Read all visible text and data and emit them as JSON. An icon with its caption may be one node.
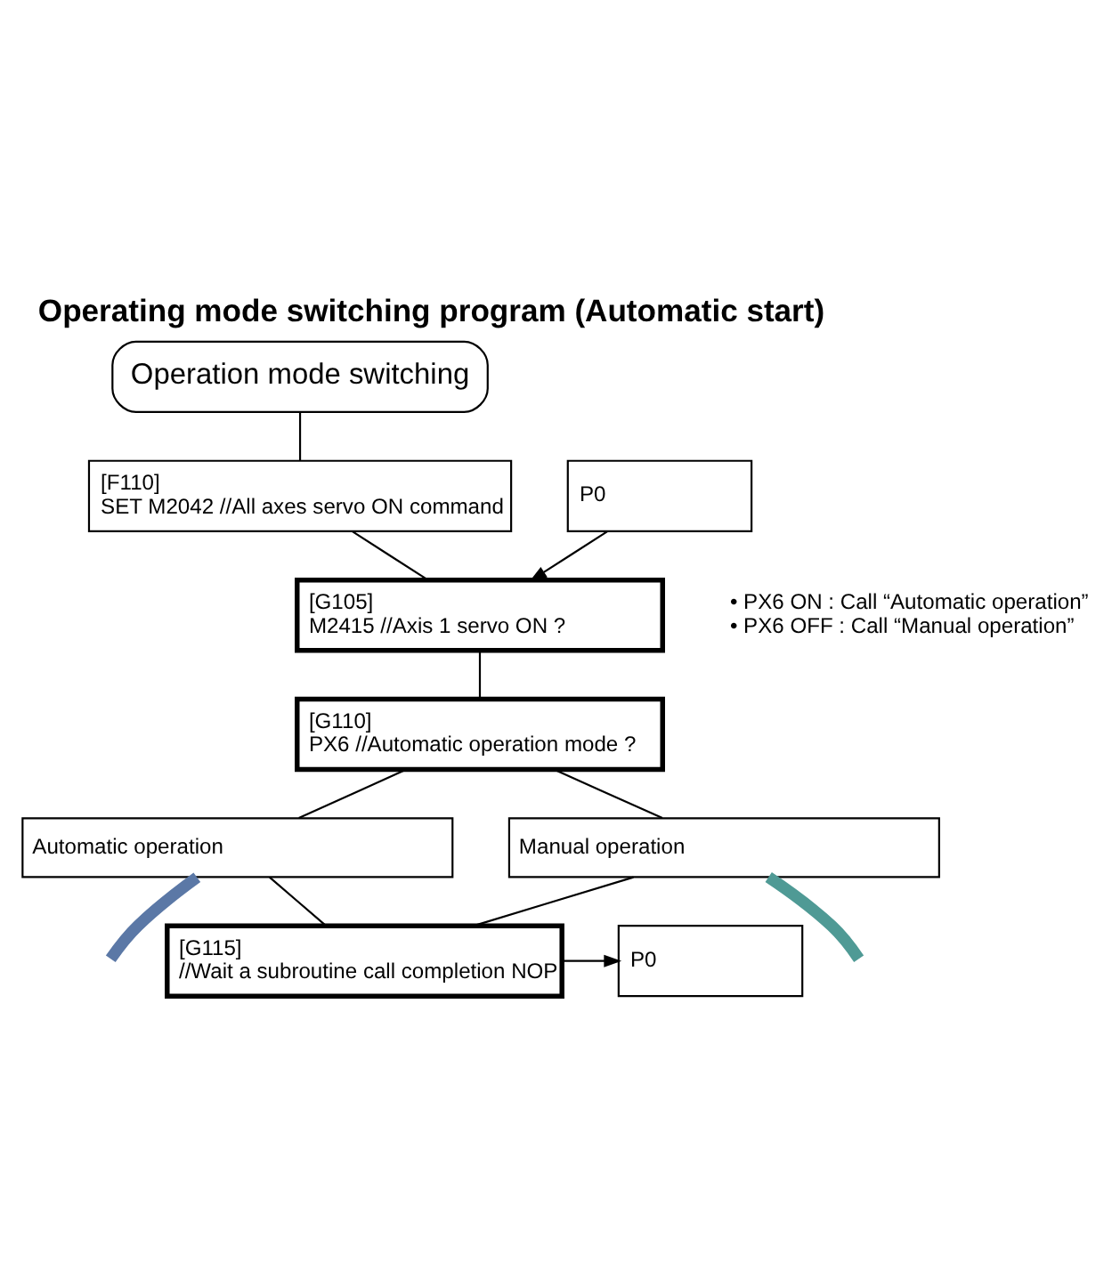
{
  "diagram": {
    "title": "Operating mode switching program (Automatic start)",
    "nodes": [
      {
        "text": [
          "Operation mode switching"
        ]
      },
      {
        "text": [
          "[F110]",
          "SET M2042 //All axes servo ON command"
        ]
      },
      {
        "text": [
          "P0"
        ]
      },
      {
        "text": [
          "[G105]",
          "M2415 //Axis 1 servo ON ?"
        ]
      },
      {
        "text": [
          "[G110]",
          "PX6 //Automatic operation mode ?"
        ]
      },
      {
        "text": [
          "Automatic operation"
        ]
      },
      {
        "text": [
          "Manual operation"
        ]
      },
      {
        "text": [
          "[G115]",
          "//Wait a subroutine call completion NOP"
        ]
      },
      {
        "text": [
          "P0"
        ]
      }
    ],
    "edges": [
      {
        "from": 0,
        "to": 1,
        "arrow": "none"
      },
      {
        "from": 1,
        "to": 3,
        "arrow": "none"
      },
      {
        "from": 2,
        "to": 3,
        "arrow": "to"
      },
      {
        "from": 3,
        "to": 4,
        "arrow": "none"
      },
      {
        "from": 4,
        "to": 5,
        "arrow": "none"
      },
      {
        "from": 4,
        "to": 6,
        "arrow": "none"
      },
      {
        "from": 5,
        "to": 7,
        "arrow": "none"
      },
      {
        "from": 6,
        "to": 7,
        "arrow": "none"
      },
      {
        "from": 7,
        "to": 8,
        "arrow": "to"
      },
      {
        "from": 5,
        "to": null,
        "arrow": "none",
        "style": "thick",
        "color": "#5b78a6"
      },
      {
        "from": 6,
        "to": null,
        "arrow": "none",
        "style": "thick",
        "color": "#4f9a95"
      }
    ],
    "labels": [
      "• PX6 ON : Call “Automatic operation”",
      "• PX6 OFF : Call “Manual operation”"
    ]
  }
}
